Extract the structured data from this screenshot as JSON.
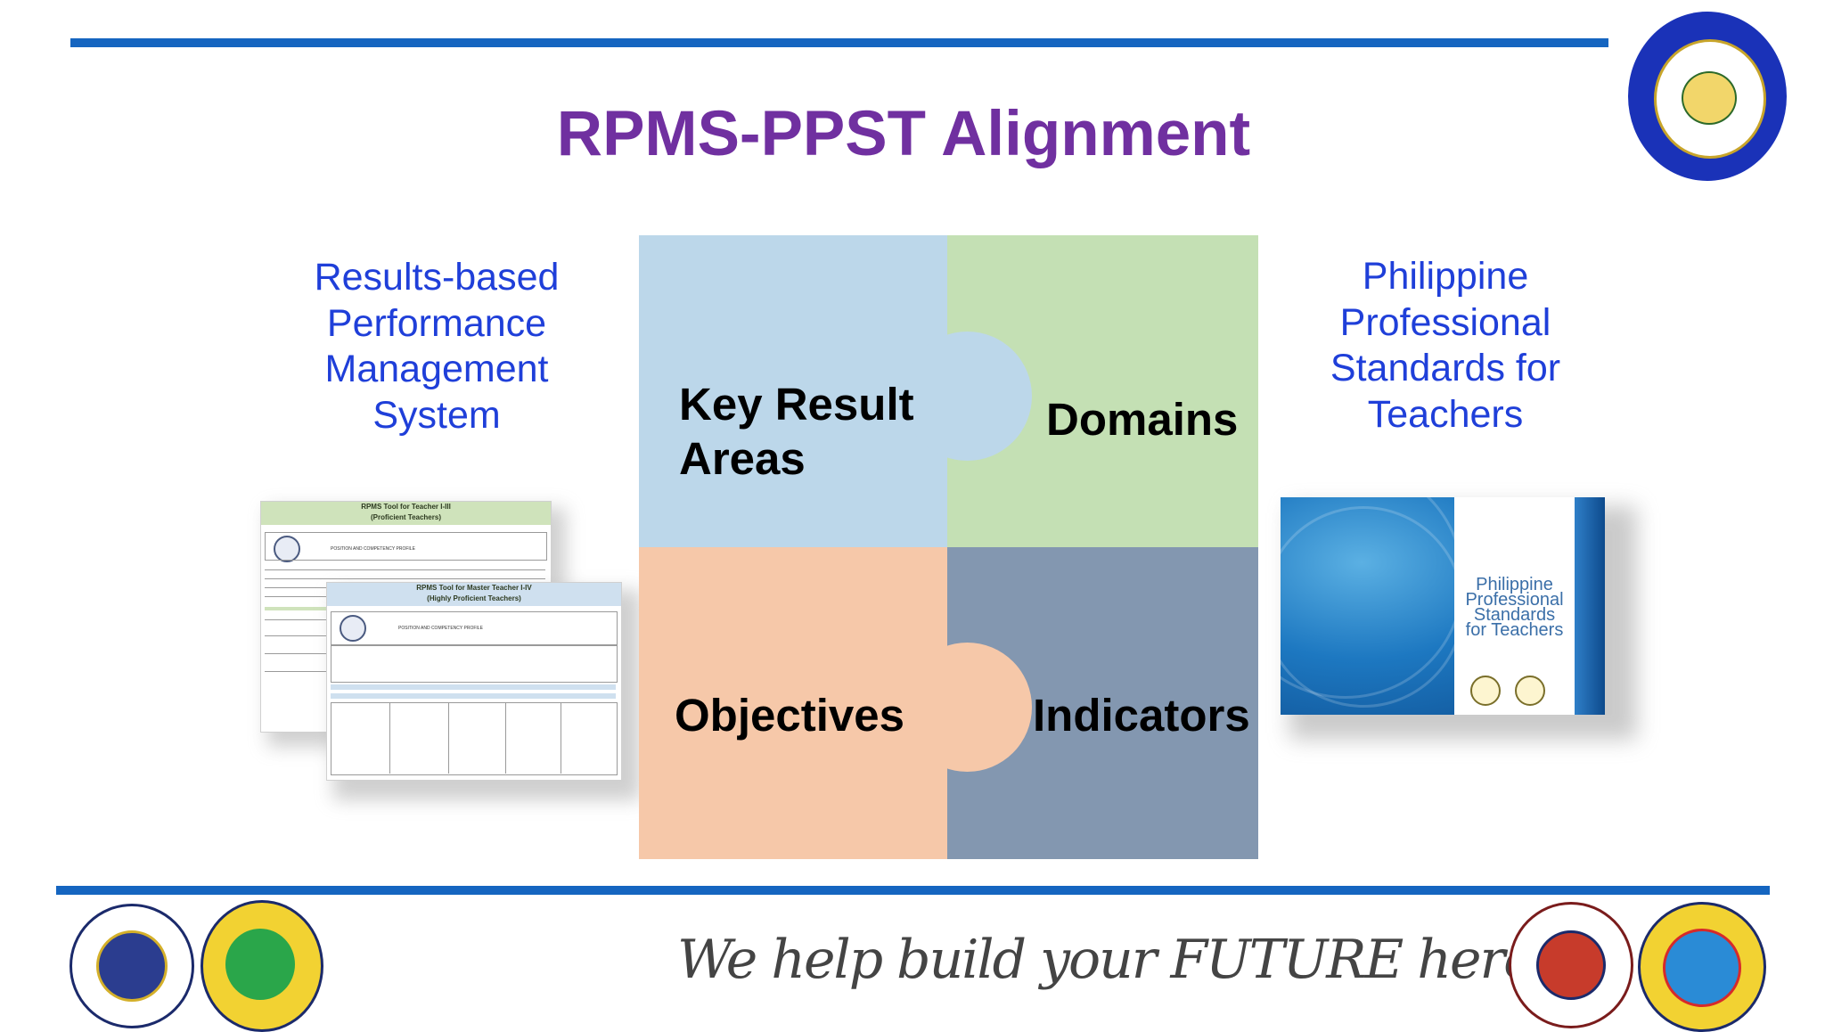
{
  "slide": {
    "title": "RPMS-PPST Alignment",
    "left_label": [
      "Results-based",
      "Performance",
      "Management",
      "System"
    ],
    "right_label": [
      "Philippine",
      "Professional",
      "Standards for",
      "Teachers"
    ],
    "puzzle": {
      "top_left": [
        "Key Result",
        "Areas"
      ],
      "top_right": "Domains",
      "bottom_left": "Objectives",
      "bottom_right": "Indicators"
    },
    "rpms_doc_1": {
      "heading": [
        "RPMS Tool for Teacher I-III",
        "(Proficient Teachers)"
      ],
      "section": "POSITION AND COMPETENCY PROFILE"
    },
    "rpms_doc_2": {
      "heading": [
        "RPMS Tool for Master Teacher I-IV",
        "(Highly Proficient Teachers)"
      ],
      "section": "POSITION AND COMPETENCY PROFILE"
    },
    "ppst_book": [
      "Philippine",
      "Professional",
      "Standards",
      "for Teachers"
    ],
    "tagline": "We help build your FUTURE here!",
    "colors": {
      "title": "#7030a0",
      "side_labels": "#1f3fd9",
      "rules": "#1565c0",
      "puzzle_blue": "#bcd7ea",
      "puzzle_green": "#c4e0b4",
      "puzzle_orange": "#f6c8a9",
      "puzzle_slate": "#8397b0"
    },
    "logos": [
      "carrascal-national-high-school-seal",
      "deped-seal",
      "caraga-region-seal",
      "carrascal-district-seal",
      "division-of-surigao-del-sur-seal"
    ]
  }
}
